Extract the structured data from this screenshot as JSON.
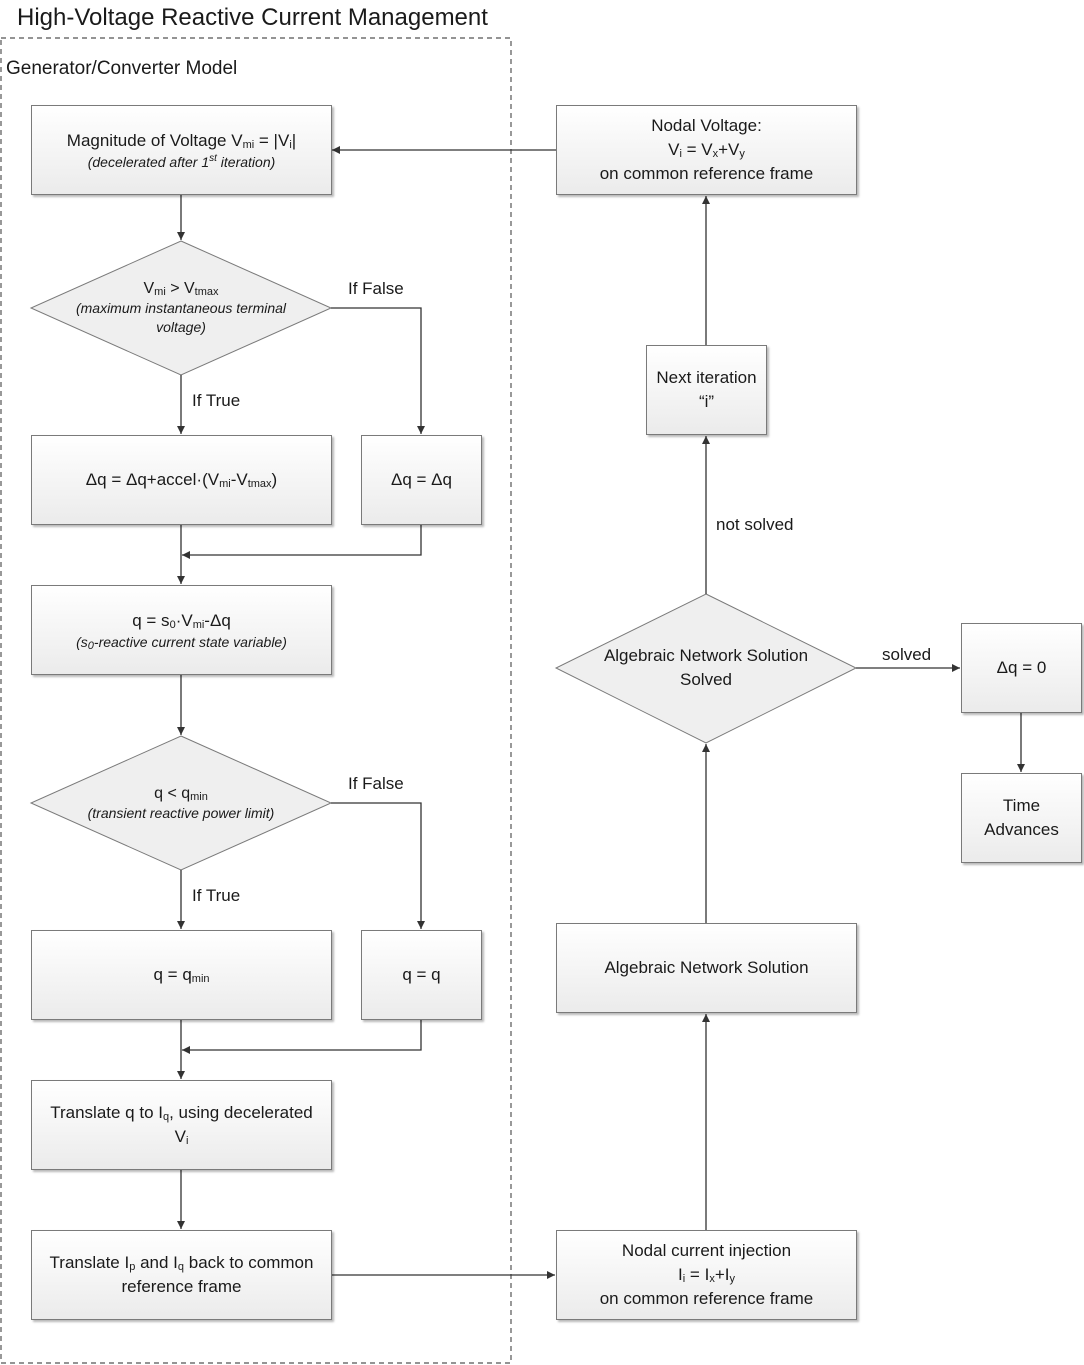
{
  "title": "High-Voltage Reactive Current Management",
  "group_label": "Generator/Converter Model",
  "nodes": {
    "magnitude": {
      "text": "Magnitude of Voltage V",
      "sub1": "mi",
      "text2": " = |V",
      "sub2": "i",
      "text3": "|",
      "note": "(decelerated after 1",
      "note_sup": "st",
      "note_end": " iteration)"
    },
    "dec1": {
      "a": "V",
      "a_sub": "mi",
      "b": " > V",
      "b_sub": "tmax",
      "note": "(maximum instantaneous terminal voltage)"
    },
    "dq_accel": {
      "a": "Δq = Δq+accel·(V",
      "a_sub": "mi",
      "b": "-V",
      "b_sub": "tmax",
      "c": ")"
    },
    "dq_same": {
      "text": "Δq = Δq"
    },
    "q_calc": {
      "a": "q = s",
      "a_sub": "0",
      "b": "·V",
      "b_sub": "mi",
      "c": "-Δq",
      "note_a": "(s",
      "note_sub": "0",
      "note_b": "-reactive current state variable)"
    },
    "dec2": {
      "a": "q < q",
      "a_sub": "min",
      "note": "(transient reactive power limit)"
    },
    "q_min": {
      "a": "q = q",
      "a_sub": "min"
    },
    "q_same": {
      "text": "q = q"
    },
    "translate_q": {
      "a": "Translate q to I",
      "a_sub": "q",
      "b": ", using decelerated",
      "c": "V",
      "c_sub": "i"
    },
    "translate_back": {
      "a": "Translate I",
      "a_sub": "p",
      "b": " and I",
      "b_sub": "q",
      "c": " back to common",
      "d": "reference frame"
    },
    "nodal_current": {
      "line1": "Nodal current injection",
      "a": "I",
      "a_sub": "i",
      "b": " = I",
      "b_sub": "x",
      "c": "+I",
      "c_sub": "y",
      "line3": "on common reference frame"
    },
    "network_solution": {
      "text": "Algebraic Network Solution"
    },
    "solved_decision": {
      "line1": "Algebraic Network Solution",
      "line2": "Solved"
    },
    "next_iteration": {
      "line1": "Next iteration",
      "line2": "“i”"
    },
    "nodal_voltage": {
      "line1": "Nodal Voltage:",
      "a": "V",
      "a_sub": "i",
      "b": " = V",
      "b_sub": "x",
      "c": "+V",
      "c_sub": "y",
      "line3": "on common reference frame"
    },
    "dq_zero": {
      "text": "Δq = 0"
    },
    "time_advances": {
      "line1": "Time",
      "line2": "Advances"
    }
  },
  "edge_labels": {
    "if_false_1": "If False",
    "if_true_1": "If True",
    "if_false_2": "If False",
    "if_true_2": "If True",
    "not_solved": "not solved",
    "solved": "solved"
  }
}
